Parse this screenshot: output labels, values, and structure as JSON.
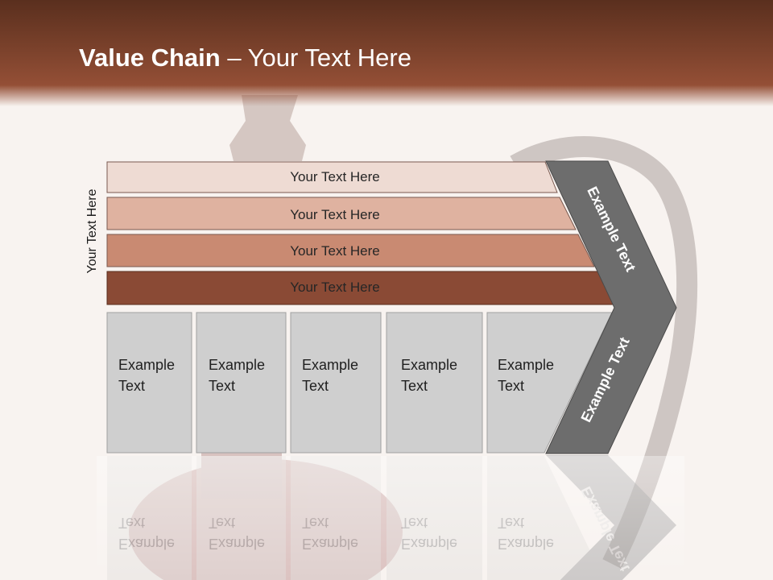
{
  "slide": {
    "title_bold": "Value Chain",
    "title_rest": " – Your Text Here",
    "side_label": "Your Text Here"
  },
  "bands": [
    {
      "label": "Your Text Here",
      "color": "#eedbd3"
    },
    {
      "label": "Your Text Here",
      "color": "#dfb2a0"
    },
    {
      "label": "Your Text Here",
      "color": "#c98a72"
    },
    {
      "label": "Your Text Here",
      "color": "#8a4a35"
    }
  ],
  "boxes": [
    {
      "line1": "Example",
      "line2": "Text"
    },
    {
      "line1": "Example",
      "line2": "Text"
    },
    {
      "line1": "Example",
      "line2": "Text"
    },
    {
      "line1": "Example",
      "line2": "Text"
    },
    {
      "line1": "Example",
      "line2": "Text"
    }
  ],
  "chevron": {
    "upper_label": "Example Text",
    "lower_label": "Example Text",
    "color": "#6d6d6d"
  },
  "colors": {
    "header": "#7a412b",
    "box_fill": "#cfcfcf",
    "background": "#f8f3f0"
  }
}
